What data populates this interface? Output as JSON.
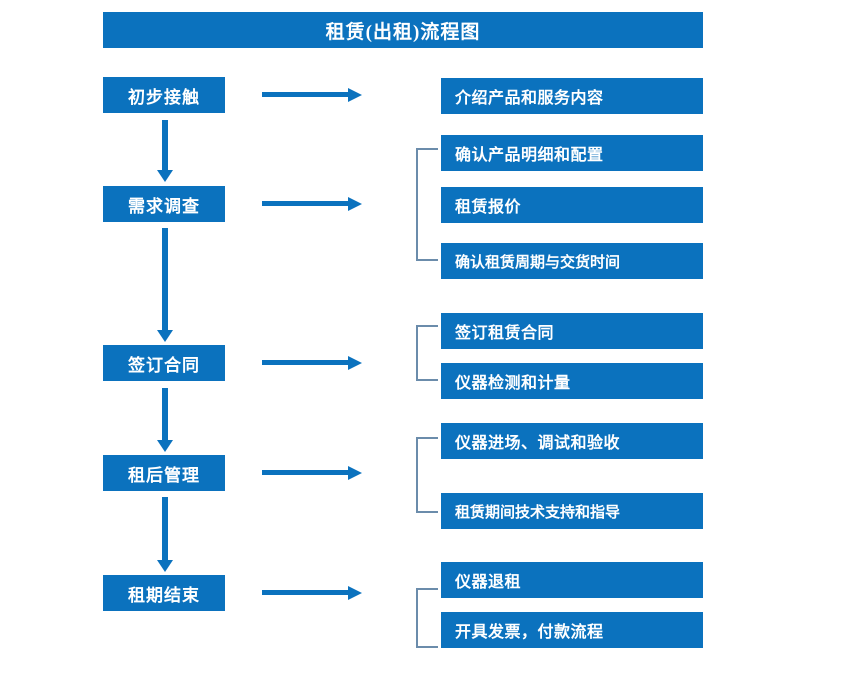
{
  "title": "租赁(出租)流程图",
  "theme": {
    "box_fill": "#0b72be",
    "box_text": "#ffffff",
    "arrow": "#0b72be",
    "bracket": "#6b8cab",
    "background": "#ffffff"
  },
  "stages": [
    {
      "label": "初步接触"
    },
    {
      "label": "需求调查"
    },
    {
      "label": "签订合同"
    },
    {
      "label": "租后管理"
    },
    {
      "label": "租期结束"
    }
  ],
  "groups": [
    {
      "stage": "初步接触",
      "bracket": false,
      "items": [
        {
          "label": "介绍产品和服务内容"
        }
      ]
    },
    {
      "stage": "需求调查",
      "bracket": true,
      "items": [
        {
          "label": "确认产品明细和配置"
        },
        {
          "label": "租赁报价"
        },
        {
          "label": "确认租赁周期与交货时间"
        }
      ]
    },
    {
      "stage": "签订合同",
      "bracket": true,
      "items": [
        {
          "label": "签订租赁合同"
        },
        {
          "label": "仪器检测和计量"
        }
      ]
    },
    {
      "stage": "租后管理",
      "bracket": true,
      "items": [
        {
          "label": "仪器进场、调试和验收"
        },
        {
          "label": "租赁期间技术支持和指导"
        }
      ]
    },
    {
      "stage": "租期结束",
      "bracket": true,
      "items": [
        {
          "label": "仪器退租"
        },
        {
          "label": "开具发票，付款流程"
        }
      ]
    }
  ]
}
